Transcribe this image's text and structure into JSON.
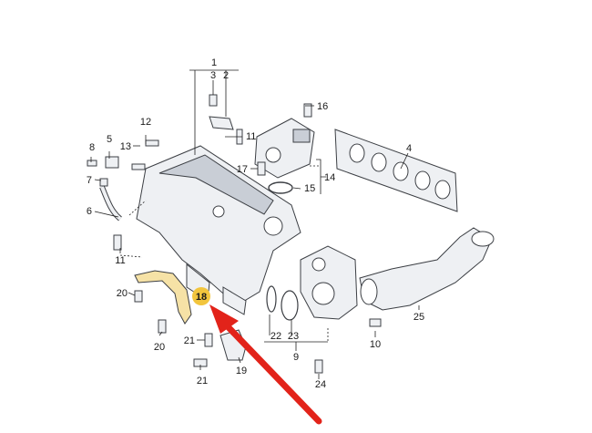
{
  "colors": {
    "highlight_fill": "#f2c53d",
    "bracket_fill": "#f6e2a6",
    "arrow": "#e2231a",
    "part_fill": "#eef0f3",
    "line": "#3c3f44"
  },
  "labels": {
    "p1": "1",
    "p2": "2",
    "p3": "3",
    "p4": "4",
    "p5": "5",
    "p6": "6",
    "p7": "7",
    "p8": "8",
    "p9": "9",
    "p10": "10",
    "p11a": "11",
    "p11b": "11",
    "p12": "12",
    "p13": "13",
    "p14": "14",
    "p15": "15",
    "p16": "16",
    "p17": "17",
    "p18": "18",
    "p19": "19",
    "p20a": "20",
    "p20b": "20",
    "p21a": "21",
    "p21b": "21",
    "p22": "22",
    "p23": "23",
    "p24": "24",
    "p25": "25"
  },
  "highlighted_part": "18",
  "icons": [
    "callout-arrow-icon"
  ]
}
